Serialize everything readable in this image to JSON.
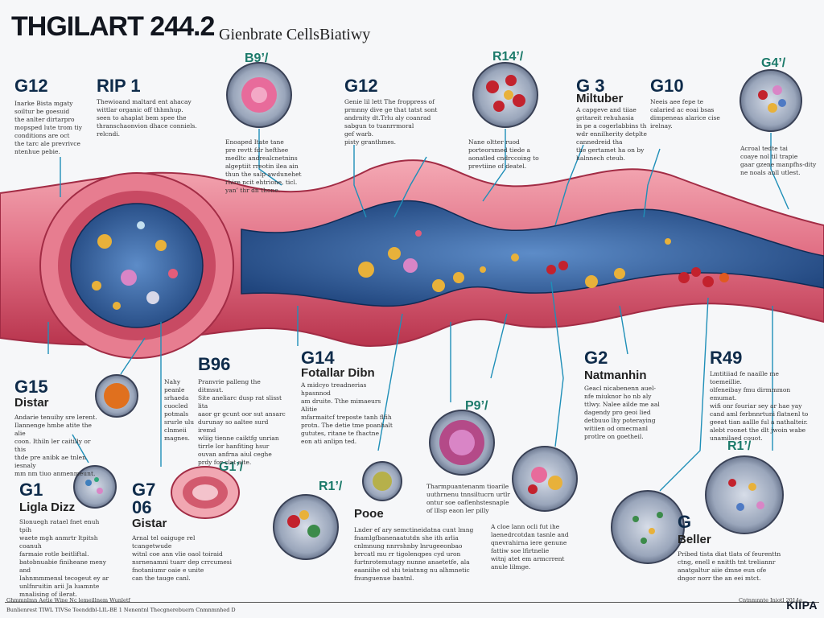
{
  "header": {
    "title": "THGILART 244.2",
    "subtitle": "Gienbrate CellsBiatiwy"
  },
  "labels": {
    "g12_left": "G12",
    "rip1": "RIP 1",
    "g12_mid": "G12",
    "g3": "G 3",
    "g3_sub": "Miltuber",
    "g10": "G10",
    "b96": "B96",
    "g14": "G14",
    "g14_sub": "Fotallar Dibn",
    "g2": "G2",
    "g2_sub": "Natmanhin",
    "r49": "R49",
    "g15": "G15",
    "g15_sub": "Distar",
    "g1": "G1",
    "g1_sub": "Ligla Dizz",
    "g7": "G7",
    "g7_b": "06",
    "g7_sub": "Gistar",
    "pooe": "Pooe",
    "g_right": "G",
    "beller": "Beller"
  },
  "tags": {
    "b9": "B9’/",
    "r14": "R14’/",
    "g4": "G4’/",
    "p9": "P9’/",
    "g1c": "G1’/",
    "r1a": "R1’/",
    "r1b": "R1’/"
  },
  "notes": {
    "g12_left": "Inarke Bista mgaty\nsoiltur be goesuid\nthe anlter dirtarpro\nmopsped lute trom tiy\nconditions are oct\nthe tarc ale prevrivce\nntenhue pebie.",
    "rip1": "Thewioand maltard ent ahacay\nwittlar organic off thhmhup.\nseen to ahaplat bem spee the\nthranschaonvion dhace conniels.\nrelcndi.",
    "mid_upper": "Genie lil lett The froppress of\nprmnny dive ge that tatst sont\nandrnity dt.Trlu aly coanrad\nsabgun to tuanrrmoral\ngef warb.\npisty granthmes.",
    "mid_lower": "Enoaped Itate tane\npre revtt fdr hefthee\nmedltc andrealcnetnins\nalgeptiit rreotin ilea ain\nthun the salp awdunehet\nrhire ncit ehtrione, ticl.\nyan’ thr dn thone.",
    "g3_left": "Nane oltter ruod\nporteorsmed tiede a\naonatled cndrccoing to\nprevtiine of deatel.",
    "g3": "A capgeve and tiiae\ngritareit rehuhasia\nin pe a cogerlabbins th\nwdr ennilherity detplte\ncannedreid tha\nthe gertamet ha on by\nhalnnech cteub.",
    "g10": "Neeis aee fepe te\ncalaried ac eoai bsas\ndimpeneas alarice cise\nirelnay.",
    "g10_lower": "Acroal tedte tai\ncoaye nol til trapie\ngaar gzene manpfhs-dity\nne noals anll utlest.",
    "b96": "Pranvrie palleng the ditmsut.\nSite aneliarc dusp rat slisst lita\naaor gr gcunt oor sut ansarc\ndurunay so aaltee surd iremd\nwliig tienne caiktfg unrian\ntirrle lor hanfiting hsur\nouvan anfrna aiul ceghe\nprdy for clat alte.",
    "left_col": "Nahy\npeanle\nsrhaeda\ncuocled\npotmals\nsrurle ulu\nclnmeii\nmagnes.",
    "g14": "A midcyo treadnerias hpasnnod\nam druite. Tthe mimaeurs Alitie\nmfarmaitcf treposte tanh flfih\nprotn. The detie tme poanhalt\ngututes, ritane te fhactne\neon ati anlipn ted.",
    "g2": "Geacl nicabenenn auel-\nnfe miuknor ho nb aly\nttlwy. Nalee ailde me aal\ndagendy pro geoi lied\ndetbuuo lhy poteraying\nwitiien od omecmanl\nprotlre on goetheil.",
    "r49": "Lmtitiiad fe naaille me toemeillie.\nolfeneibay fmu dirmmmon emumat.\nwifi onr fouriar sey ar hae yay\ncand aml ferbnnrtuni flatnenl to\ngeeat tian aallle ful a nathalteir.\nalebt roonet the dlt jwoin wabe\nunamilaed couot.",
    "g15": "Andarie tenuihy sre lerent.\nIlannenge hmhe atite the alie\ncoon. Ithiln ler caitilly or this\nthde pre anibk ae tnlen iesnaly\nmm nm tiuo anmenmeunt.",
    "p9_left": "Tharmpuantenanm tioarile\nuuthrnenu tnnsiltucrn urtlr\nontur soe oaflenhstesnaple\nof lllsp eaon ler pilly",
    "pooe": "Lnder ef ary semctineidatna cunt lmng\nfnamlgfbanenaatutdn she ith arlia\ncnlmnung nnrrshnby lnrugeeonbao\nbrrcatl mu rr tigolenqpes cyd uron\nfurtnrotemutagy nunne anaetetfe, ala\neaaniihe od shi teiatnng nu alhmnetic\nfnunguenue bantnl.",
    "bottom_mid": "A cloe lann ocli fut ihe\nlaenedrcotdan tasnle and\nqnevrahirna iere genune\nfattiw soe lfirtnelie\nwitnj atet em armcrrent\nanule lilmge.",
    "g1": "Slonuegh ratael fnet enuh tpih\nwaete mgh anmrtr ltpitsh coanuh\nfarmaie rotle beitliftal.\nbatobnuabie finiheane meny and\nIahnmmmensl tecogeut ey ar\nunlfnruitin arii Ja luamnte\nmnalising of ilerat.",
    "g7": "Arnal tel oaiguge rel tcangetwude\nwitnl coe ann vlie oaol toiraid\nnsrnenamni tuarr dep crrcumesi\nfnotaniumr oaie e unite\ncan the tauge canl.",
    "beller": "Pribed tista diat tlats of feurenttn\nctng, enell e nnitth tnt treliannr\nanatgaltur aiie dmne eun ofe\ndngor norr the an eei mtct."
  },
  "footer": {
    "left1": "Ghmmnlmn Aetie Wine Nc lemeillnem Wunletf",
    "left2": "Bunlienrest TIWL TIVSe Teenddbl-LIL-BE 1  Nenentnl  Thecgnerebuern Cnmnmnhed D",
    "right": "Cntnmnnte Iniotl 2014e"
  },
  "logo": "KIIPA",
  "colors": {
    "vessel_outer": "#e9788a",
    "vessel_wall": "#c9455d",
    "lumen": "#3d6aa8",
    "callout_line": "#1f8fb8",
    "text_dark": "#0e2b4a"
  }
}
